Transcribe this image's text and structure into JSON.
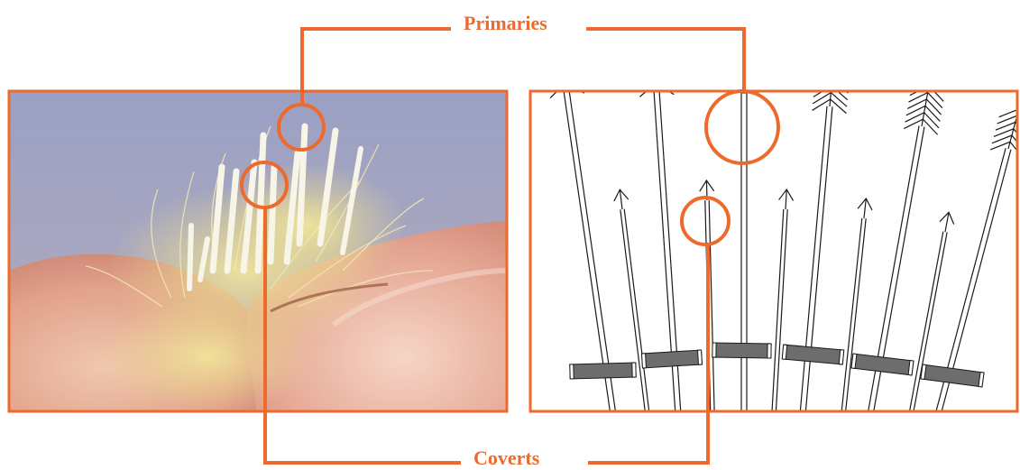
{
  "labels": {
    "primaries": "Primaries",
    "coverts": "Coverts"
  },
  "colors": {
    "accent": "#ee6a2c",
    "covert_band": "#6d6d6d",
    "frame_fill": "#ffffff"
  },
  "photo": {
    "description_icon": "feather-photo-image"
  }
}
